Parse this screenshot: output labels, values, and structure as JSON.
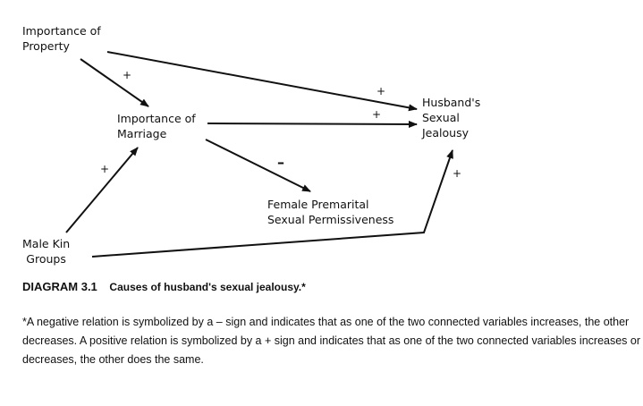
{
  "nodes": {
    "property": {
      "lines": [
        "Importance of",
        "Property"
      ]
    },
    "marriage": {
      "lines": [
        "Importance of",
        "Marriage"
      ]
    },
    "jealousy": {
      "lines": [
        "Husband's",
        "Sexual",
        "Jealousy"
      ]
    },
    "permissiveness": {
      "lines": [
        "Female Premarital",
        "Sexual Permissiveness"
      ]
    },
    "kin": {
      "lines": [
        "Male Kin",
        "Groups"
      ]
    }
  },
  "signs": {
    "property_marriage": "+",
    "property_jealousy": "+",
    "marriage_jealousy": "+",
    "marriage_permissiveness": "–",
    "kin_marriage": "+",
    "kin_jealousy": "+"
  },
  "caption": {
    "label": "DIAGRAM 3.1",
    "text": "Causes of husband's sexual jealousy.*"
  },
  "footnote": "*A negative relation is symbolized by a – sign and indicates that as one of the two connected variables increases, the other decreases. A positive relation is symbolized by a + sign and indicates that as one of the two connected variables increases or decreases, the other does the same.",
  "colors": {
    "ink": "#111111",
    "background": "#ffffff"
  }
}
